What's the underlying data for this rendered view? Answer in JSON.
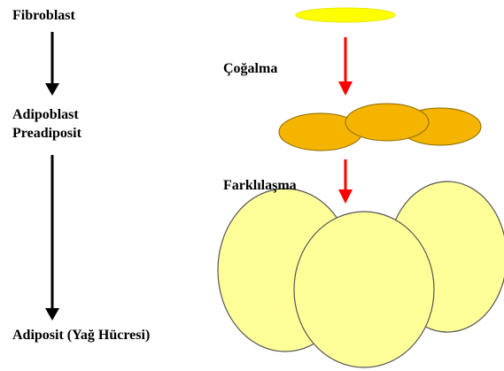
{
  "stages": {
    "fibroblast": "Fibroblast",
    "adipoblast": "Adipoblast",
    "preadiposit": "Preadiposit",
    "adiposit": "Adiposit (Yağ Hücresi)"
  },
  "processes": {
    "proliferation": "Çoğalma",
    "differentiation": "Farklılaşma"
  },
  "colors": {
    "fibroblast_fill": "#ffff00",
    "preadipocyte_fill": "#f4b400",
    "preadipocyte_stroke": "#8a6a00",
    "adipocyte_fill": "#ffff99",
    "adipocyte_stroke": "#555555",
    "lineage_arrow": "#000000",
    "process_arrow": "#ff0000"
  }
}
